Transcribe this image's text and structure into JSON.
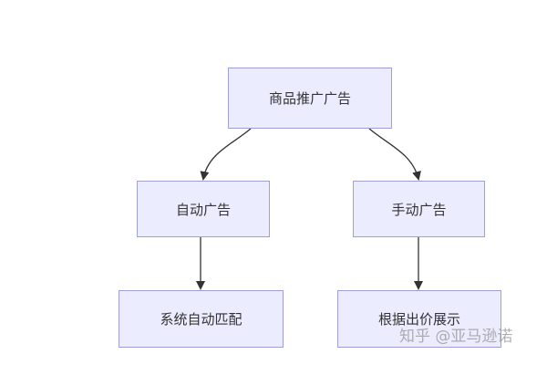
{
  "diagram": {
    "root": {
      "label": "商品推广广告"
    },
    "left_branch": {
      "label": "自动广告",
      "child": "系统自动匹配"
    },
    "right_branch": {
      "label": "手动广告",
      "child": "根据出价展示"
    }
  },
  "colors": {
    "node_fill": "#ececff",
    "node_border": "#9f9fd6",
    "edge": "#333333",
    "text": "#333333"
  },
  "watermark": {
    "text": "知乎 @亚马逊诺"
  }
}
